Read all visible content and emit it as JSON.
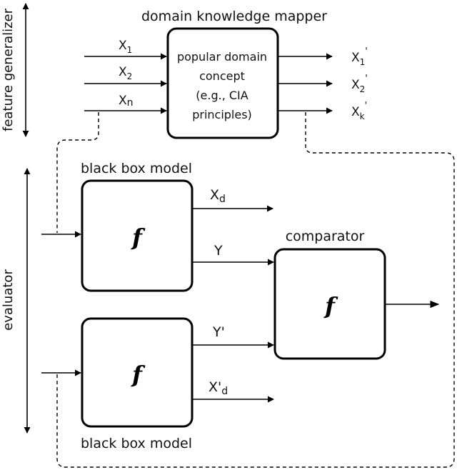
{
  "side_labels": {
    "top": "feature generalizer",
    "bottom": "evaluator"
  },
  "mapper": {
    "title": "domain knowledge mapper",
    "body_lines": [
      "popular domain",
      "concept",
      "(e.g., CIA",
      "principles)"
    ],
    "inputs": [
      {
        "base": "X",
        "sub": "1"
      },
      {
        "base": "X",
        "sub": "2"
      },
      {
        "base": "X",
        "sub": "n"
      }
    ],
    "outputs": [
      {
        "base": "X",
        "sub": "1",
        "sup": "'"
      },
      {
        "base": "X",
        "sub": "2",
        "sup": "'"
      },
      {
        "base": "X",
        "sub": "k",
        "sup": "'"
      }
    ]
  },
  "black_box_top": {
    "label": "black box model",
    "symbol": "f",
    "out1": {
      "base": "X",
      "sub": "d"
    },
    "out2": {
      "base": "Y"
    }
  },
  "black_box_bottom": {
    "label": "black box model",
    "symbol": "f",
    "out1": {
      "base": "Y'"
    },
    "out2": {
      "base": "X'",
      "sub": "d"
    }
  },
  "comparator": {
    "label": "comparator",
    "symbol": "f"
  }
}
